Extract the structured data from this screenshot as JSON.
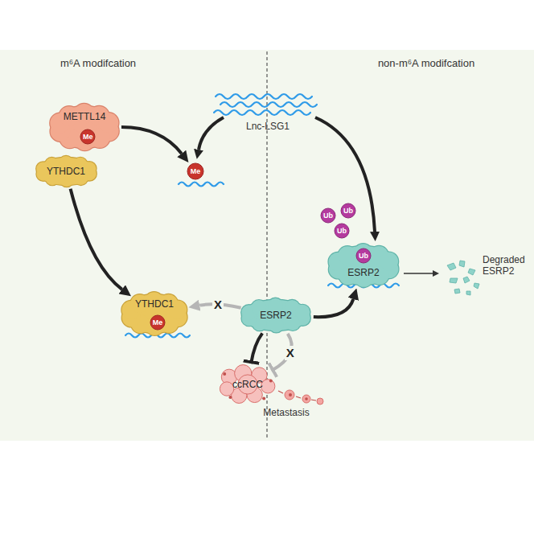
{
  "diagram": {
    "nodes": [
      {
        "text": [
          "METTL14"
        ]
      },
      {
        "text": [
          "Me"
        ],
        "in": 0
      },
      {
        "text": [
          "YTHDC1"
        ]
      },
      {
        "text": [
          "Me"
        ]
      },
      {
        "text": [
          "YTHDC1"
        ]
      },
      {
        "text": [
          "Me"
        ],
        "in": 4
      },
      {
        "text": [
          "ESRP2"
        ]
      },
      {
        "text": [
          "Ub"
        ]
      },
      {
        "text": [
          "Ub"
        ]
      },
      {
        "text": [
          "Ub"
        ]
      },
      {
        "text": [
          "ESRP2"
        ]
      },
      {
        "text": [
          "Ub"
        ],
        "in": 10
      },
      {
        "text": [
          "ccRCC"
        ]
      }
    ],
    "edges": [
      {
        "from": 0,
        "to": 3,
        "arrow": "to"
      },
      {
        "from": 2,
        "to": 4,
        "arrow": "to"
      },
      {
        "from": 6,
        "to": 4,
        "arrow": "to",
        "label": "X"
      },
      {
        "from": 6,
        "to": 10,
        "arrow": "to"
      },
      {
        "from": 6,
        "to": 12,
        "arrow": "to"
      },
      {
        "from": 6,
        "to": 12,
        "arrow": "to",
        "label": "X"
      }
    ],
    "labels": [
      "m⁶A modifcation",
      "non-m⁶A modifcation",
      "Lnc-LSG1",
      "Degraded ESRP2",
      "Metastasis"
    ]
  }
}
